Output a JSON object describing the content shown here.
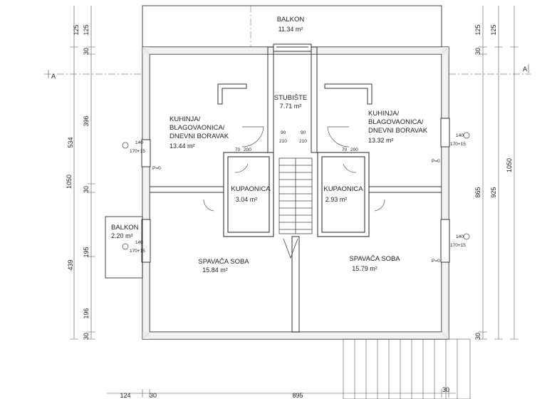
{
  "section_marker": {
    "left": "A",
    "right": "A"
  },
  "rooms": [
    {
      "id": "balkon-top",
      "name": "BALKON",
      "area": "11.34 m²"
    },
    {
      "id": "stubiste",
      "name": "STUBIŠTE",
      "area": "7.71 m²"
    },
    {
      "id": "kuhinja-left",
      "name_lines": [
        "KUHINJA/",
        "BLAGOVAONICA/",
        "DNEVNI BORAVAK"
      ],
      "area": "13.44 m²"
    },
    {
      "id": "kuhinja-right",
      "name_lines": [
        "KUHINJA/",
        "BLAGOVAONICA/",
        "DNEVNI BORAVAK"
      ],
      "area": "13.32 m²"
    },
    {
      "id": "kupaonica-left",
      "name": "KUPAONICA",
      "area": "3.04 m²"
    },
    {
      "id": "kupaonica-right",
      "name": "KUPAONICA",
      "area": "2.93 m²"
    },
    {
      "id": "balkon-left",
      "name": "BALKON",
      "area": "2.20 m²"
    },
    {
      "id": "spavaca-left",
      "name": "SPAVAČA SOBA",
      "area": "15.84 m²"
    },
    {
      "id": "spavaca-right",
      "name": "SPAVAČA SOBA",
      "area": "15.79 m²"
    }
  ],
  "dimensions": {
    "left_inner": [
      "125",
      "125",
      "30",
      "396",
      "534",
      "30",
      "195",
      "439",
      "196",
      "30"
    ],
    "left_total": "1050",
    "right_inner": [
      "125",
      "125",
      "30",
      "865",
      "925",
      "30"
    ],
    "right_total": "1050",
    "bottom": [
      "124",
      "30",
      "895",
      "30"
    ]
  },
  "openings": {
    "window_w": "140",
    "window_h": "170+15",
    "door_top": "90",
    "door_bottom": "210",
    "bath_door_w": "70",
    "bath_door_h": "200",
    "parapet": "P=0"
  }
}
